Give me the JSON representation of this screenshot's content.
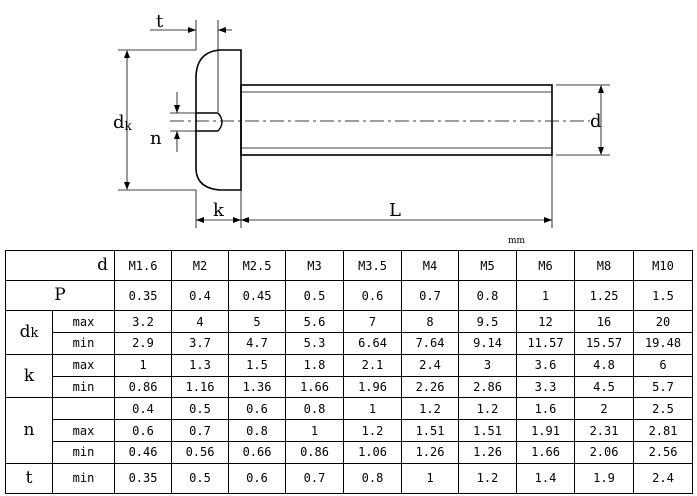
{
  "drawing": {
    "labels": {
      "t": "t",
      "dk": "dk",
      "n": "n",
      "d": "d",
      "k": "k",
      "L": "L"
    }
  },
  "unit": "mm",
  "table": {
    "header_label": "d",
    "sizes": [
      "M1.6",
      "M2",
      "M2.5",
      "M3",
      "M3.5",
      "M4",
      "M5",
      "M6",
      "M8",
      "M10"
    ],
    "rows": [
      {
        "param": "P",
        "sub": "",
        "values": [
          "0.35",
          "0.4",
          "0.45",
          "0.5",
          "0.6",
          "0.7",
          "0.8",
          "1",
          "1.25",
          "1.5"
        ]
      },
      {
        "param": "dk",
        "sub": "max",
        "values": [
          "3.2",
          "4",
          "5",
          "5.6",
          "7",
          "8",
          "9.5",
          "12",
          "16",
          "20"
        ]
      },
      {
        "param": "dk",
        "sub": "min",
        "values": [
          "2.9",
          "3.7",
          "4.7",
          "5.3",
          "6.64",
          "7.64",
          "9.14",
          "11.57",
          "15.57",
          "19.48"
        ]
      },
      {
        "param": "k",
        "sub": "max",
        "values": [
          "1",
          "1.3",
          "1.5",
          "1.8",
          "2.1",
          "2.4",
          "3",
          "3.6",
          "4.8",
          "6"
        ]
      },
      {
        "param": "k",
        "sub": "min",
        "values": [
          "0.86",
          "1.16",
          "1.36",
          "1.66",
          "1.96",
          "2.26",
          "2.86",
          "3.3",
          "4.5",
          "5.7"
        ]
      },
      {
        "param": "n",
        "sub": "",
        "values": [
          "0.4",
          "0.5",
          "0.6",
          "0.8",
          "1",
          "1.2",
          "1.2",
          "1.6",
          "2",
          "2.5"
        ]
      },
      {
        "param": "n",
        "sub": "max",
        "values": [
          "0.6",
          "0.7",
          "0.8",
          "1",
          "1.2",
          "1.51",
          "1.51",
          "1.91",
          "2.31",
          "2.81"
        ]
      },
      {
        "param": "n",
        "sub": "min",
        "values": [
          "0.46",
          "0.56",
          "0.66",
          "0.86",
          "1.06",
          "1.26",
          "1.26",
          "1.66",
          "2.06",
          "2.56"
        ]
      },
      {
        "param": "t",
        "sub": "min",
        "values": [
          "0.35",
          "0.5",
          "0.6",
          "0.7",
          "0.8",
          "1",
          "1.2",
          "1.4",
          "1.9",
          "2.4"
        ]
      }
    ]
  }
}
